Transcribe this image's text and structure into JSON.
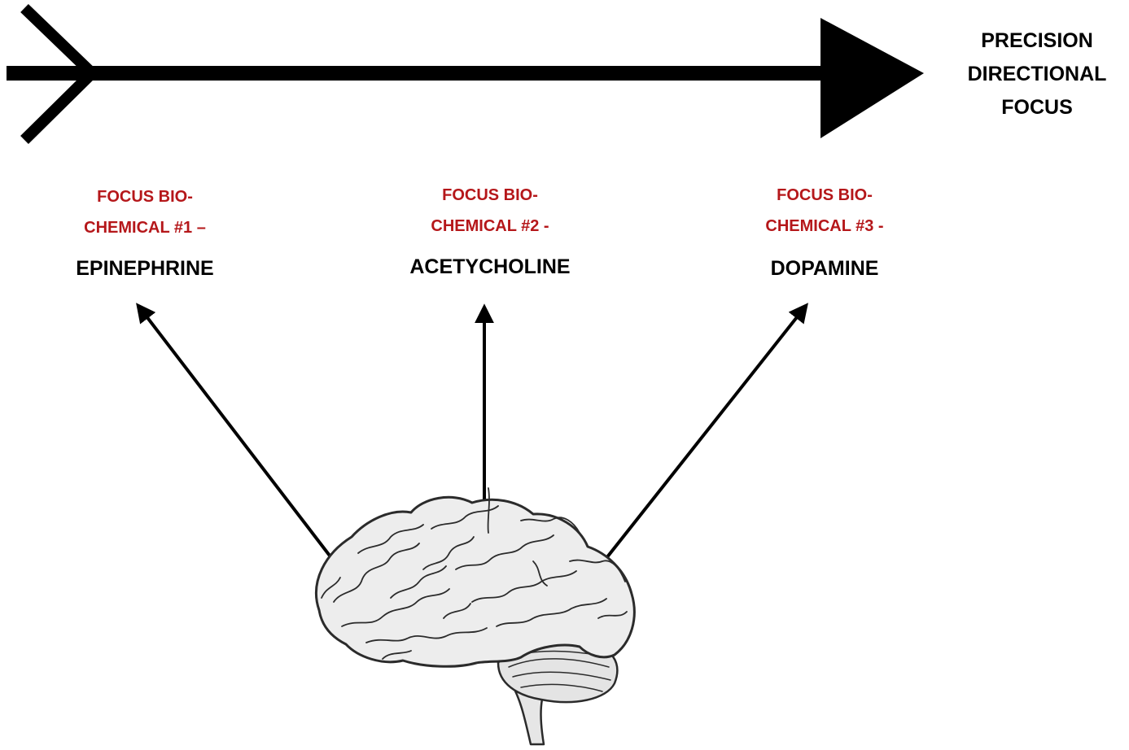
{
  "title": {
    "lines": [
      "PRECISION",
      "DIRECTIONAL",
      "FOCUS"
    ]
  },
  "chemicals": [
    {
      "heading_line1": "FOCUS BIO-",
      "heading_line2": "CHEMICAL #1 –",
      "name": "EPINEPHRINE"
    },
    {
      "heading_line1": "FOCUS BIO-",
      "heading_line2": "CHEMICAL #2 -",
      "name": "ACETYCHOLINE"
    },
    {
      "heading_line1": "FOCUS BIO-",
      "heading_line2": "CHEMICAL #3 -",
      "name": "DOPAMINE"
    }
  ],
  "colors": {
    "heading": "#b5171a",
    "text": "#000000",
    "brain_fill": "#ededed",
    "brain_outline": "#2b2b2b"
  },
  "icons": {
    "main_arrow": "arrow-right-icon",
    "brain": "brain-icon"
  }
}
